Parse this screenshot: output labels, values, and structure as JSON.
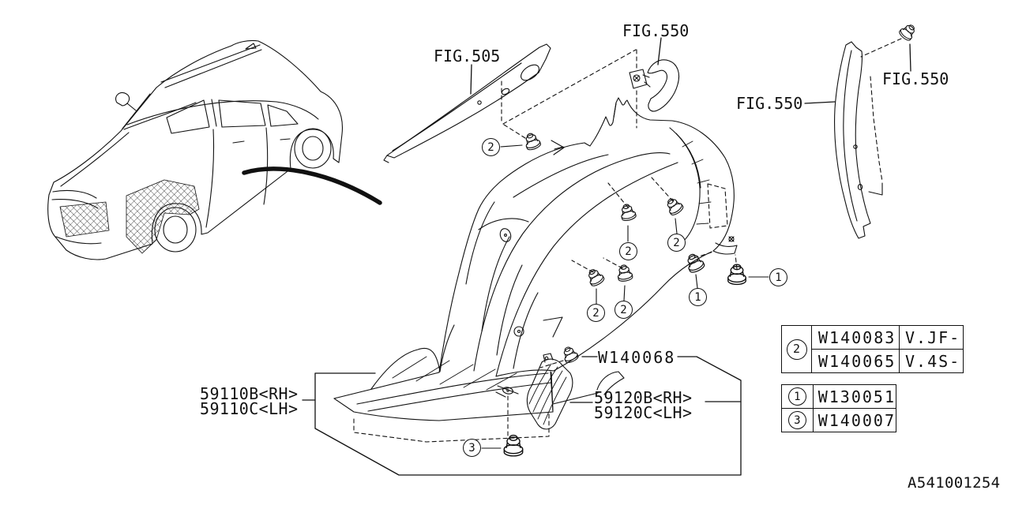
{
  "diagram": {
    "title_hidden": "Mudguard parts diagram",
    "ref_code": "A541001254",
    "figure_labels": {
      "fig505": "FIG.505",
      "fig550_top": "FIG.550",
      "fig550_mid": "FIG.550",
      "fig550_topright": "FIG.550"
    },
    "part_labels": {
      "mudguard_rh": "59110B<RH>",
      "mudguard_lh": "59110C<LH>",
      "extension_rh": "59120B<RH>",
      "extension_lh": "59120C<LH>",
      "clip": "W140068"
    },
    "callouts": {
      "one": "1",
      "two": "2",
      "three": "3"
    },
    "tables": {
      "clip_variants": {
        "callout": "2",
        "rows": [
          {
            "part_no": "W140083",
            "applicability": "V.JF-"
          },
          {
            "part_no": "W140065",
            "applicability": "V.4S-"
          }
        ]
      },
      "clip_singles": {
        "rows": [
          {
            "callout": "1",
            "part_no": "W130051"
          },
          {
            "callout": "3",
            "part_no": "W140007"
          }
        ]
      }
    }
  }
}
